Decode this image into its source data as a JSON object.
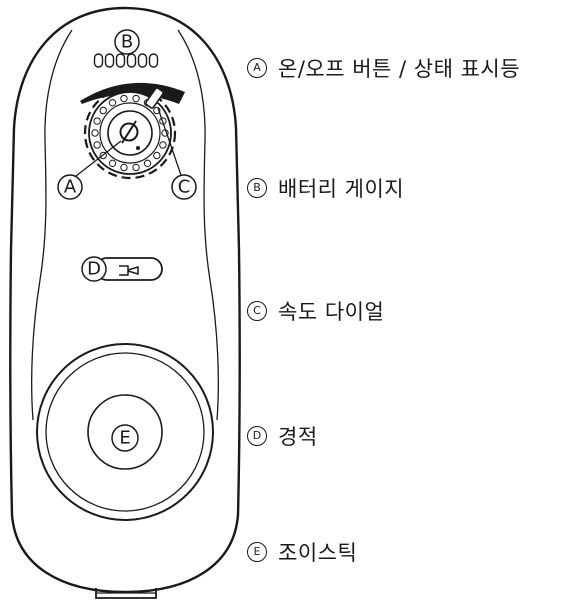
{
  "callouts": {
    "a": "A",
    "b": "B",
    "c": "C",
    "d": "D",
    "e": "E"
  },
  "legend": [
    {
      "marker": "A",
      "text": "온/오프 버튼 / 상태 표시등"
    },
    {
      "marker": "B",
      "text": "배터리 게이지"
    },
    {
      "marker": "C",
      "text": "속도 다이얼"
    },
    {
      "marker": "D",
      "text": "경적"
    },
    {
      "marker": "E",
      "text": "조이스틱"
    }
  ],
  "colors": {
    "line": "#1a1a1a",
    "background": "#ffffff"
  }
}
